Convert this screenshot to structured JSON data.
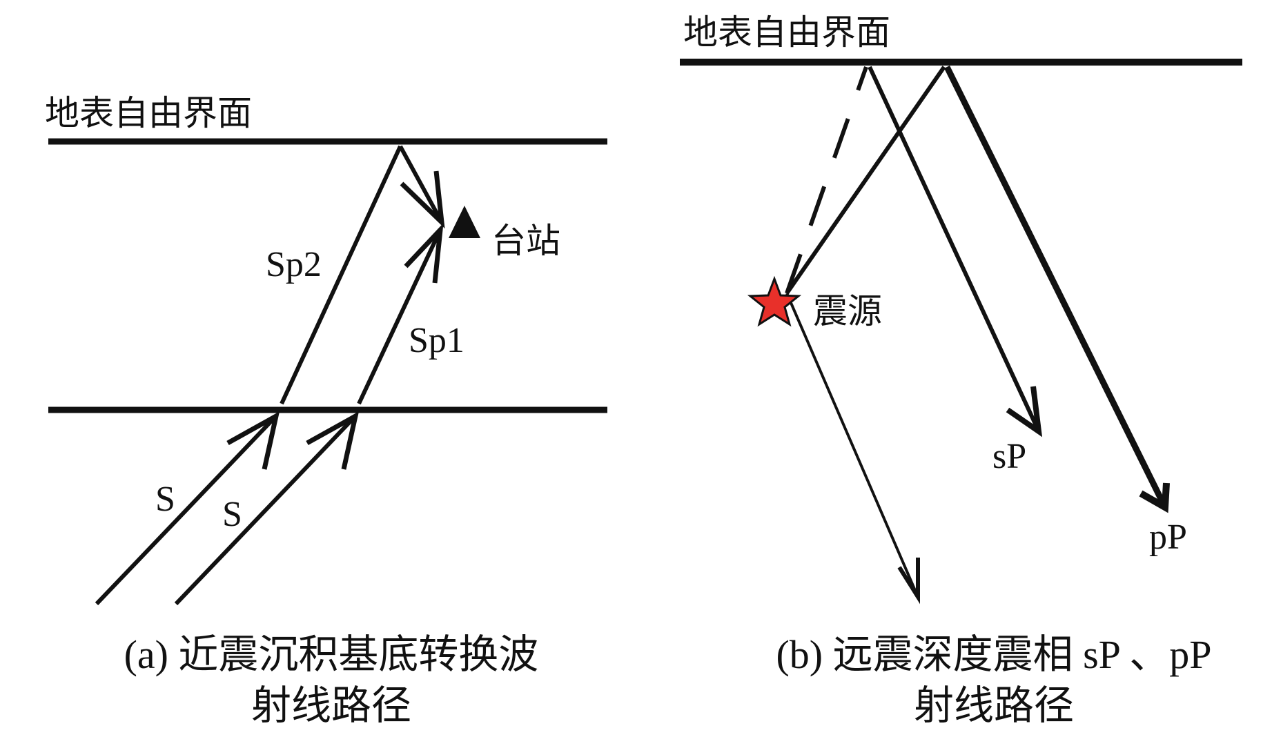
{
  "panel_a": {
    "surface_label": "地表自由界面",
    "station_label": "台站",
    "ray_labels": {
      "sp2": "Sp2",
      "sp1": "Sp1",
      "s_left": "S",
      "s_right": "S"
    },
    "caption_line1": "(a) 近震沉积基底转换波",
    "caption_line2": "射线路径"
  },
  "panel_b": {
    "surface_label": "地表自由界面",
    "source_label": "震源",
    "ray_labels": {
      "sp": "sP",
      "pp": "pP"
    },
    "caption_line1": "(b) 远震深度震相 sP 、pP",
    "caption_line2": "射线路径"
  },
  "colors": {
    "ink": "#111111",
    "source_star": "#e8302a",
    "background": "#ffffff"
  }
}
